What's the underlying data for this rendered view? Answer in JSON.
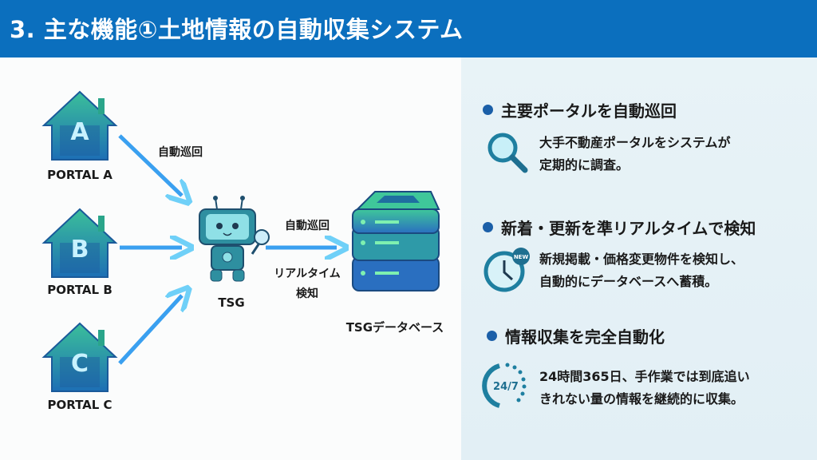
{
  "header": {
    "title": "3. 主な機能①土地情報の自動収集システム"
  },
  "diagram": {
    "portals": [
      {
        "letter": "A",
        "label": "PORTAL A"
      },
      {
        "letter": "B",
        "label": "PORTAL B"
      },
      {
        "letter": "C",
        "label": "PORTAL C"
      }
    ],
    "arrow_label_1": "自動巡回",
    "robot_label": "TSG",
    "arrow_label_2_top": "自動巡回",
    "arrow_label_2_bottom_1": "リアルタイム",
    "arrow_label_2_bottom_2": "検知",
    "database_label": "TSGデータベース"
  },
  "features": [
    {
      "icon": "magnifier-icon",
      "heading": "主要ポータルを自動巡回",
      "lines": [
        "大手不動産ポータルをシステムが",
        "定期的に調査。"
      ]
    },
    {
      "icon": "clock-new-icon",
      "badge": "NEW",
      "heading": "新着・更新を準リアルタイムで検知",
      "lines": [
        "新規掲載・価格変更物件を検知し、",
        "自動的にデータベースへ蓄積。"
      ]
    },
    {
      "icon": "phone-24-7-icon",
      "badge": "24/7",
      "heading": "情報収集を完全自動化",
      "lines": [
        "24時間365日、手作業では到底追い",
        "きれない量の情報を継続的に収集。"
      ]
    }
  ],
  "colors": {
    "header": "#0b6fbe",
    "bullet": "#1b5fa8",
    "arrow": "#3aa0f0"
  }
}
